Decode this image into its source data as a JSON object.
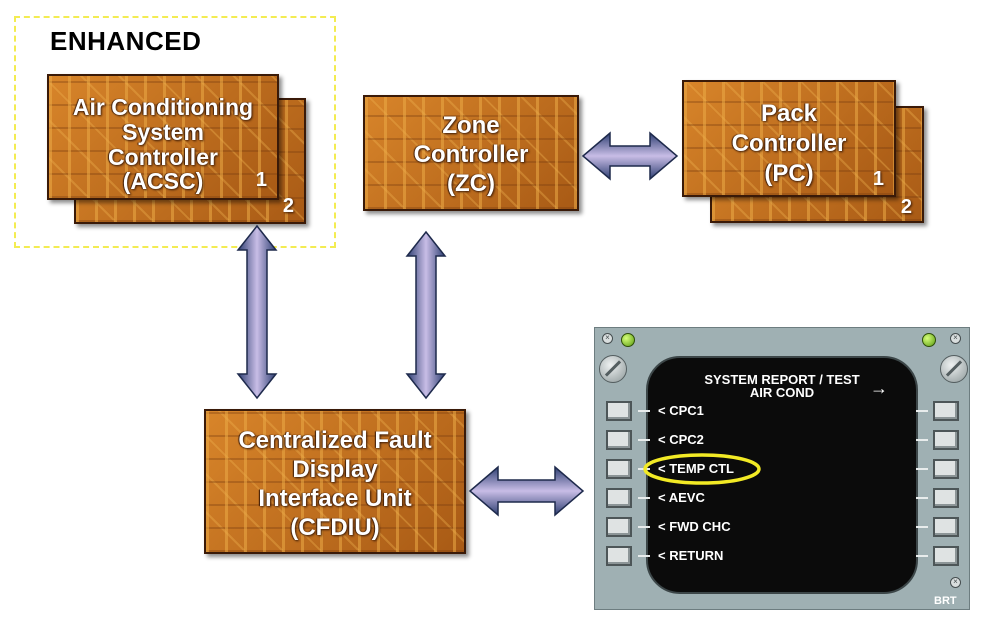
{
  "enhanced_label": "ENHANCED",
  "acsc": {
    "lines": [
      "Air Conditioning",
      "System",
      "Controller",
      "(ACSC)"
    ],
    "unit1": "1",
    "unit2": "2"
  },
  "zc": {
    "lines": [
      "Zone",
      "Controller",
      "(ZC)"
    ]
  },
  "pc": {
    "lines": [
      "Pack",
      "Controller",
      "(PC)"
    ],
    "unit1": "1",
    "unit2": "2"
  },
  "cfdiu": {
    "lines": [
      "Centralized Fault",
      "Display",
      "Interface Unit",
      "(CFDIU)"
    ]
  },
  "cdu": {
    "title_line1": "SYSTEM REPORT / TEST",
    "title_line2": "AIR COND",
    "next_arrow": "→",
    "menu": [
      "< CPC1",
      "< CPC2",
      "< TEMP CTL",
      "< AEVC",
      "< FWD CHC",
      "< RETURN"
    ],
    "highlighted_item": "< TEMP CTL",
    "brightness_label": "BRT"
  },
  "colors": {
    "board": "#c7731e",
    "arrow_fill": "#5b6fa8",
    "enhanced_border": "#f3ec52",
    "highlight_ring": "#f2ea25",
    "cdu_frame": "#9fb0b3"
  }
}
